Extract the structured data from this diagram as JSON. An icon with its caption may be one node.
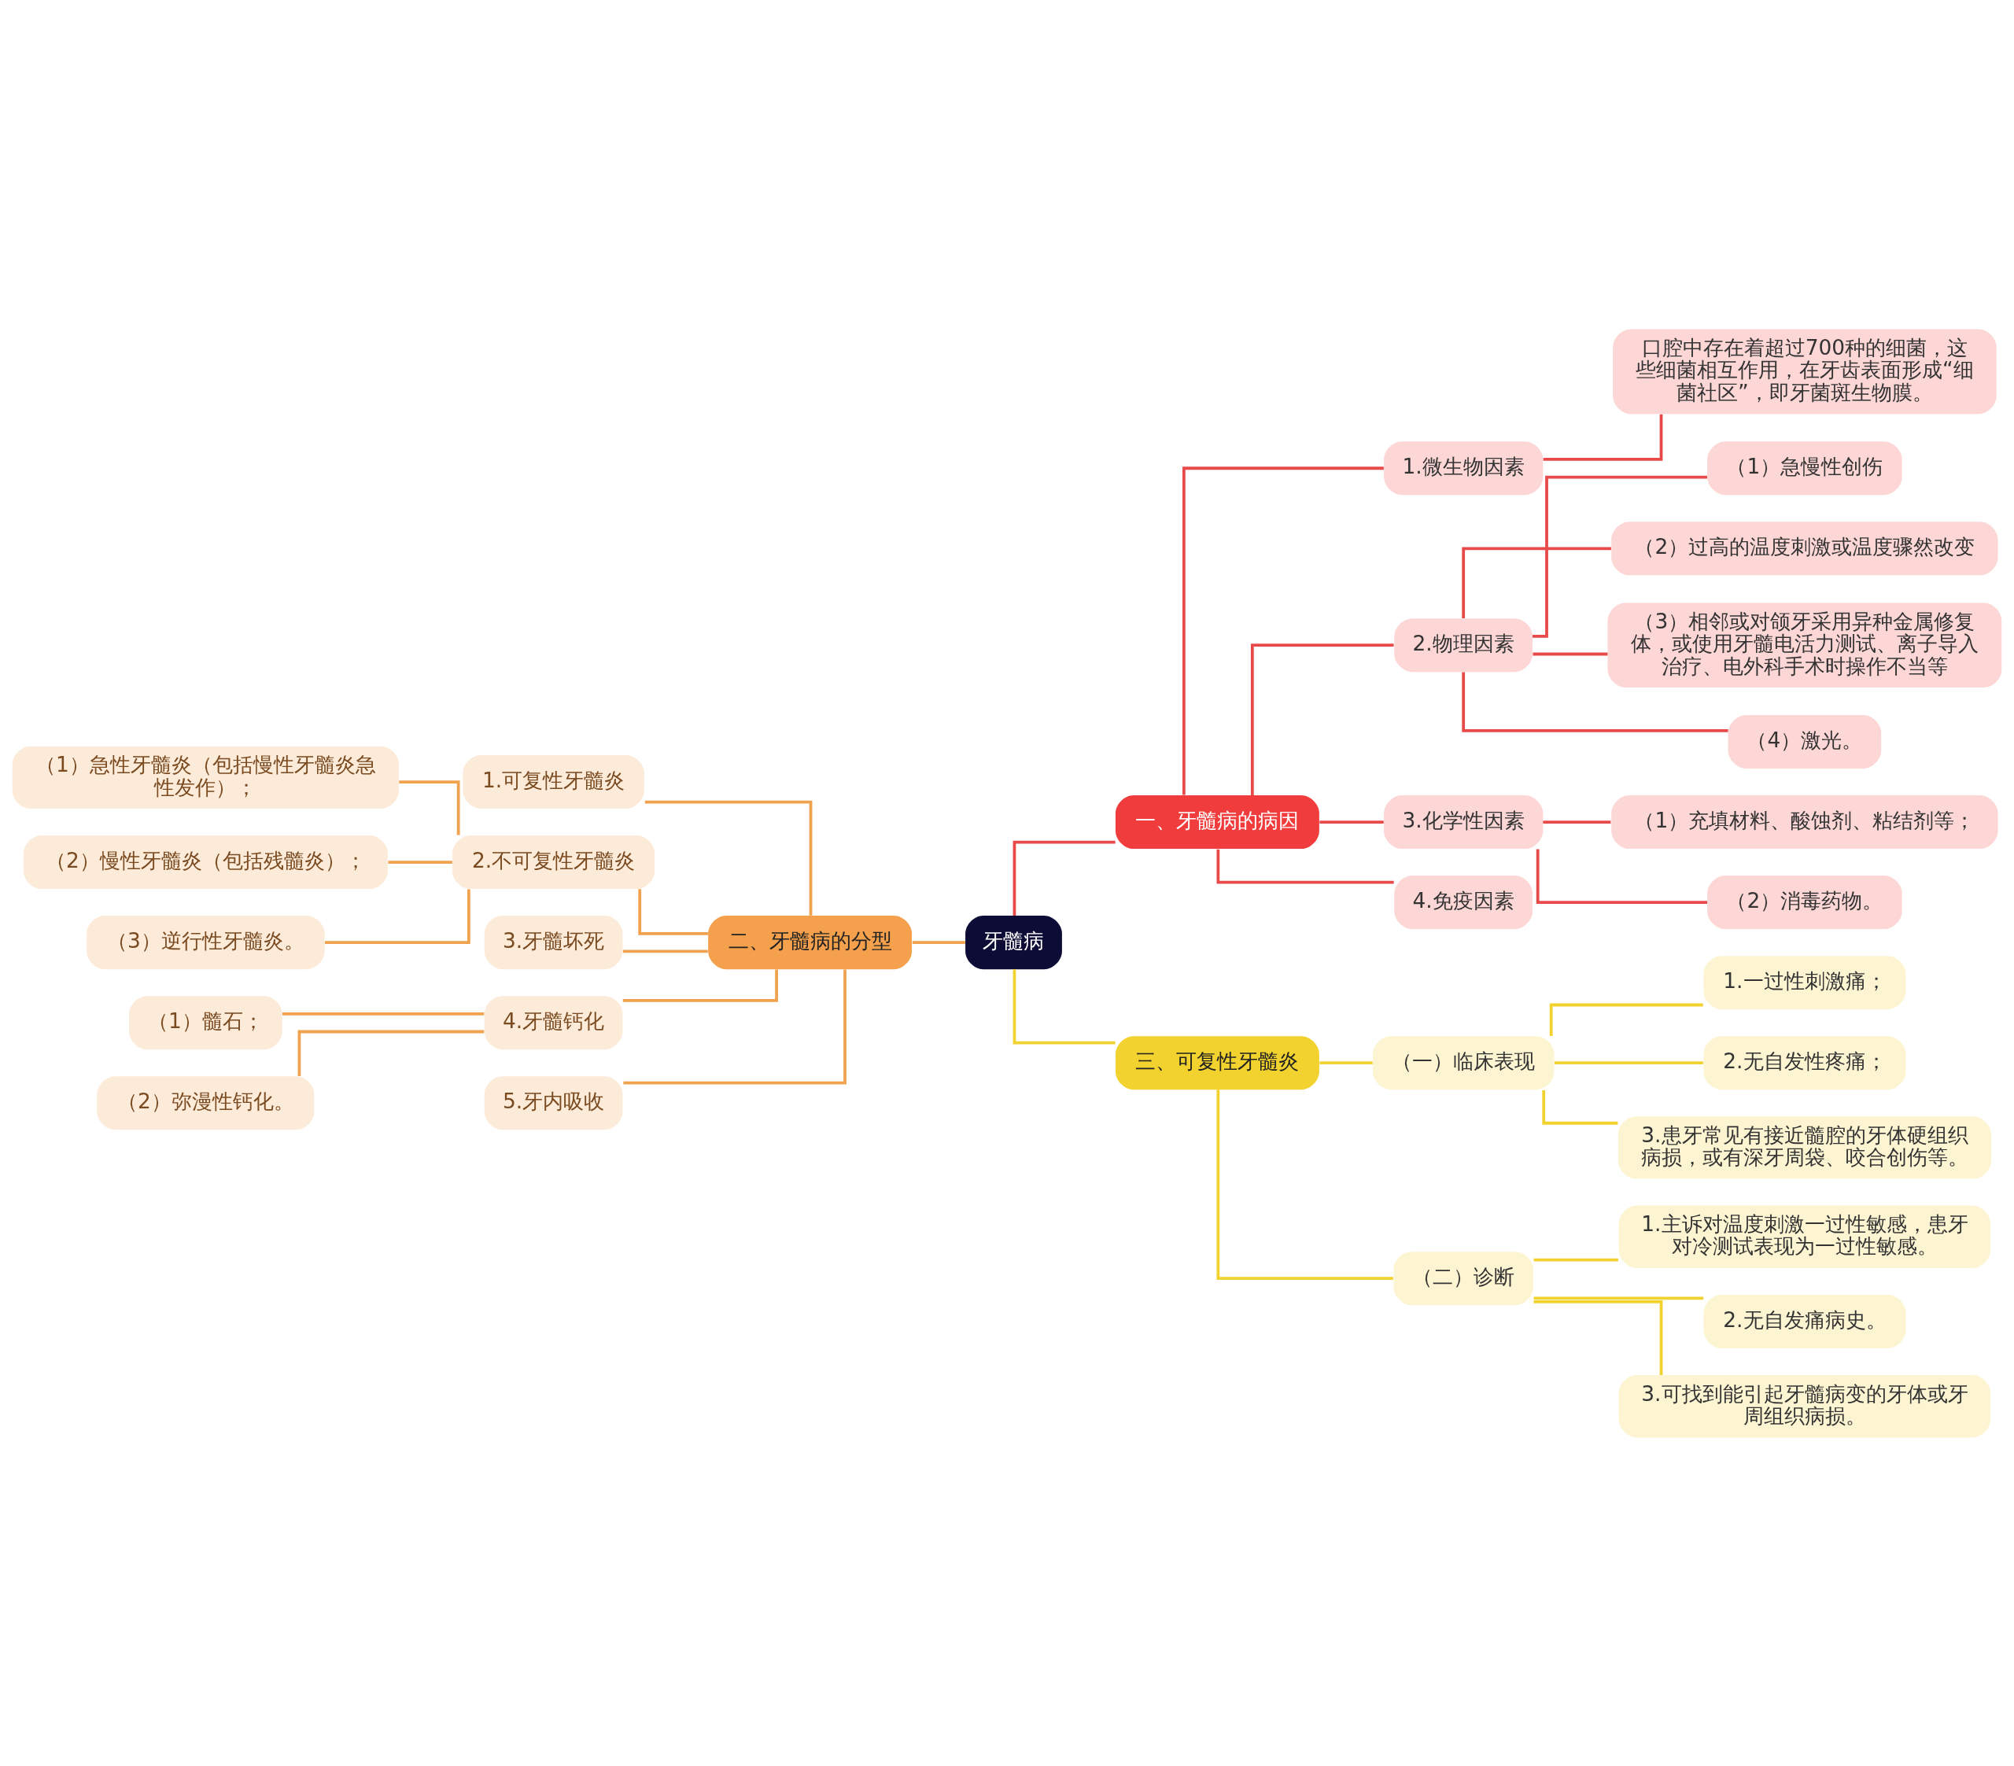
{
  "diagram": {
    "nodes": [
      {
        "text": [
          "牙髓病"
        ]
      },
      {
        "text": [
          "一、牙髓病的病因"
        ]
      },
      {
        "text": [
          "1.微生物因素"
        ]
      },
      {
        "text": [
          "口腔中存在着超过700种的细菌，这些细菌相互作用，在牙齿表面形成“细菌社区”，即牙菌斑生物膜。"
        ]
      },
      {
        "text": [
          "2.物理因素"
        ]
      },
      {
        "text": [
          "（1）急慢性创伤"
        ]
      },
      {
        "text": [
          "（2）过高的温度刺激或温度骤然改变"
        ]
      },
      {
        "text": [
          "（3）相邻或对颌牙采用异种金属修复体，或使用牙髓电活力测试、离子导入治疗、电外科手术时操作不当等"
        ]
      },
      {
        "text": [
          "（4）激光。"
        ]
      },
      {
        "text": [
          "3.化学性因素"
        ]
      },
      {
        "text": [
          "（1）充填材料、酸蚀剂、粘结剂等；"
        ]
      },
      {
        "text": [
          "（2）消毒药物。"
        ]
      },
      {
        "text": [
          "4.免疫因素"
        ]
      },
      {
        "text": [
          "二、牙髓病的分型"
        ]
      },
      {
        "text": [
          "1.可复性牙髓炎"
        ]
      },
      {
        "text": [
          "2.不可复性牙髓炎"
        ]
      },
      {
        "text": [
          "（1）急性牙髓炎（包括慢性牙髓炎急性发作）；"
        ]
      },
      {
        "text": [
          "（2）慢性牙髓炎（包括残髓炎）；"
        ]
      },
      {
        "text": [
          "（3）逆行性牙髓炎。"
        ]
      },
      {
        "text": [
          "3.牙髓坏死"
        ]
      },
      {
        "text": [
          "4.牙髓钙化"
        ]
      },
      {
        "text": [
          "（1）髓石；"
        ]
      },
      {
        "text": [
          "（2）弥漫性钙化。"
        ]
      },
      {
        "text": [
          "5.牙内吸收"
        ]
      },
      {
        "text": [
          "三、可复性牙髓炎"
        ]
      },
      {
        "text": [
          "（一）临床表现"
        ]
      },
      {
        "text": [
          "1.一过性刺激痛；"
        ]
      },
      {
        "text": [
          "2.无自发性疼痛；"
        ]
      },
      {
        "text": [
          "3.患牙常见有接近髓腔的牙体硬组织病损，或有深牙周袋、咬合创伤等。"
        ]
      },
      {
        "text": [
          "（二）诊断"
        ]
      },
      {
        "text": [
          "1.主诉对温度刺激一过性敏感，患牙对冷测试表现为一过性敏感。"
        ]
      },
      {
        "text": [
          "2.无自发痛病史。"
        ]
      },
      {
        "text": [
          "3.可找到能引起牙髓病变的牙体或牙周组织病损。"
        ]
      }
    ],
    "edges": [
      {
        "from": 0,
        "to": 1,
        "arrow": "none"
      },
      {
        "from": 1,
        "to": 2,
        "arrow": "none"
      },
      {
        "from": 2,
        "to": 3,
        "arrow": "none"
      },
      {
        "from": 1,
        "to": 4,
        "arrow": "none"
      },
      {
        "from": 4,
        "to": 5,
        "arrow": "none"
      },
      {
        "from": 4,
        "to": 6,
        "arrow": "none"
      },
      {
        "from": 4,
        "to": 7,
        "arrow": "none"
      },
      {
        "from": 4,
        "to": 8,
        "arrow": "none"
      },
      {
        "from": 1,
        "to": 9,
        "arrow": "none"
      },
      {
        "from": 9,
        "to": 10,
        "arrow": "none"
      },
      {
        "from": 9,
        "to": 11,
        "arrow": "none"
      },
      {
        "from": 1,
        "to": 12,
        "arrow": "none"
      },
      {
        "from": 0,
        "to": 13,
        "arrow": "none",
        "color": "#f0a24e"
      },
      {
        "from": 13,
        "to": 14,
        "arrow": "none",
        "color": "#f0a24e"
      },
      {
        "from": 13,
        "to": 15,
        "arrow": "none",
        "color": "#f0a24e"
      },
      {
        "from": 15,
        "to": 16,
        "arrow": "none",
        "color": "#f0a24e"
      },
      {
        "from": 15,
        "to": 17,
        "arrow": "none",
        "color": "#f0a24e"
      },
      {
        "from": 15,
        "to": 18,
        "arrow": "none",
        "color": "#f0a24e"
      },
      {
        "from": 13,
        "to": 19,
        "arrow": "none",
        "color": "#f0a24e"
      },
      {
        "from": 13,
        "to": 20,
        "arrow": "none",
        "color": "#f0a24e"
      },
      {
        "from": 20,
        "to": 21,
        "arrow": "none",
        "color": "#f0a24e"
      },
      {
        "from": 20,
        "to": 22,
        "arrow": "none",
        "color": "#f0a24e"
      },
      {
        "from": 13,
        "to": 23,
        "arrow": "none",
        "color": "#f0a24e"
      },
      {
        "from": 0,
        "to": 24,
        "arrow": "none",
        "color": "#f2d22e"
      },
      {
        "from": 24,
        "to": 25,
        "arrow": "none",
        "color": "#f2d22e"
      },
      {
        "from": 25,
        "to": 26,
        "arrow": "none",
        "color": "#f2d22e"
      },
      {
        "from": 25,
        "to": 27,
        "arrow": "none",
        "color": "#f2d22e"
      },
      {
        "from": 25,
        "to": 28,
        "arrow": "none",
        "color": "#f2d22e"
      },
      {
        "from": 24,
        "to": 29,
        "arrow": "none",
        "color": "#f2d22e"
      },
      {
        "from": 29,
        "to": 30,
        "arrow": "none",
        "color": "#f2d22e"
      },
      {
        "from": 29,
        "to": 31,
        "arrow": "none",
        "color": "#f2d22e"
      },
      {
        "from": 29,
        "to": 32,
        "arrow": "none",
        "color": "#f2d22e"
      }
    ]
  }
}
